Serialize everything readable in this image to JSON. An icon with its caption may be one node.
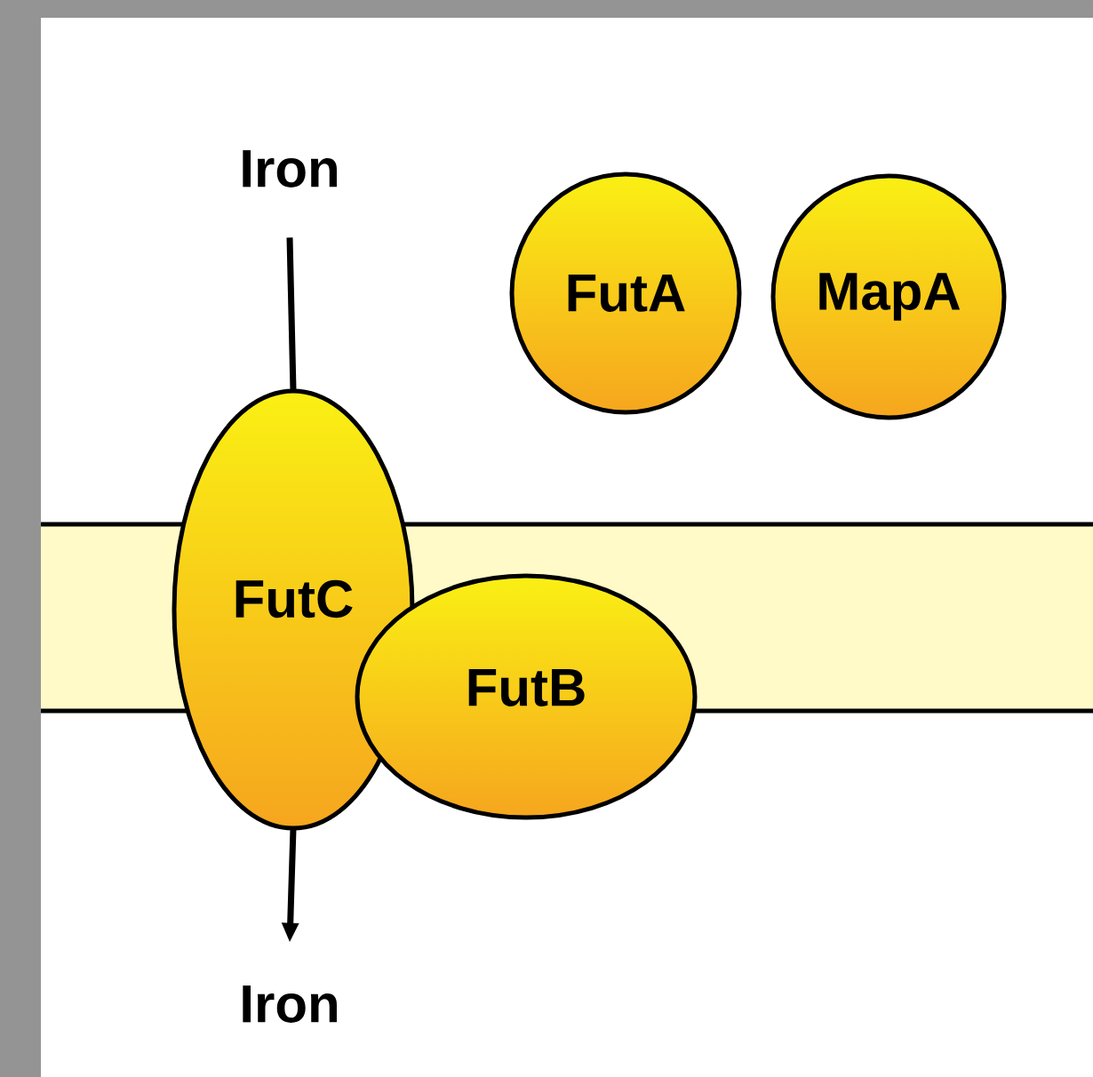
{
  "diagram": {
    "nodes": [
      {
        "text": [
          "Iron"
        ]
      },
      {
        "text": [
          "FutA"
        ]
      },
      {
        "text": [
          "MapA"
        ]
      },
      {
        "text": [
          "FutC"
        ]
      },
      {
        "text": [
          "FutB"
        ]
      },
      {
        "text": [
          "Iron"
        ]
      }
    ],
    "edges": [
      {
        "from": 0,
        "to": 3,
        "arrow": "none"
      },
      {
        "from": 3,
        "to": 5,
        "arrow": "to"
      }
    ]
  }
}
